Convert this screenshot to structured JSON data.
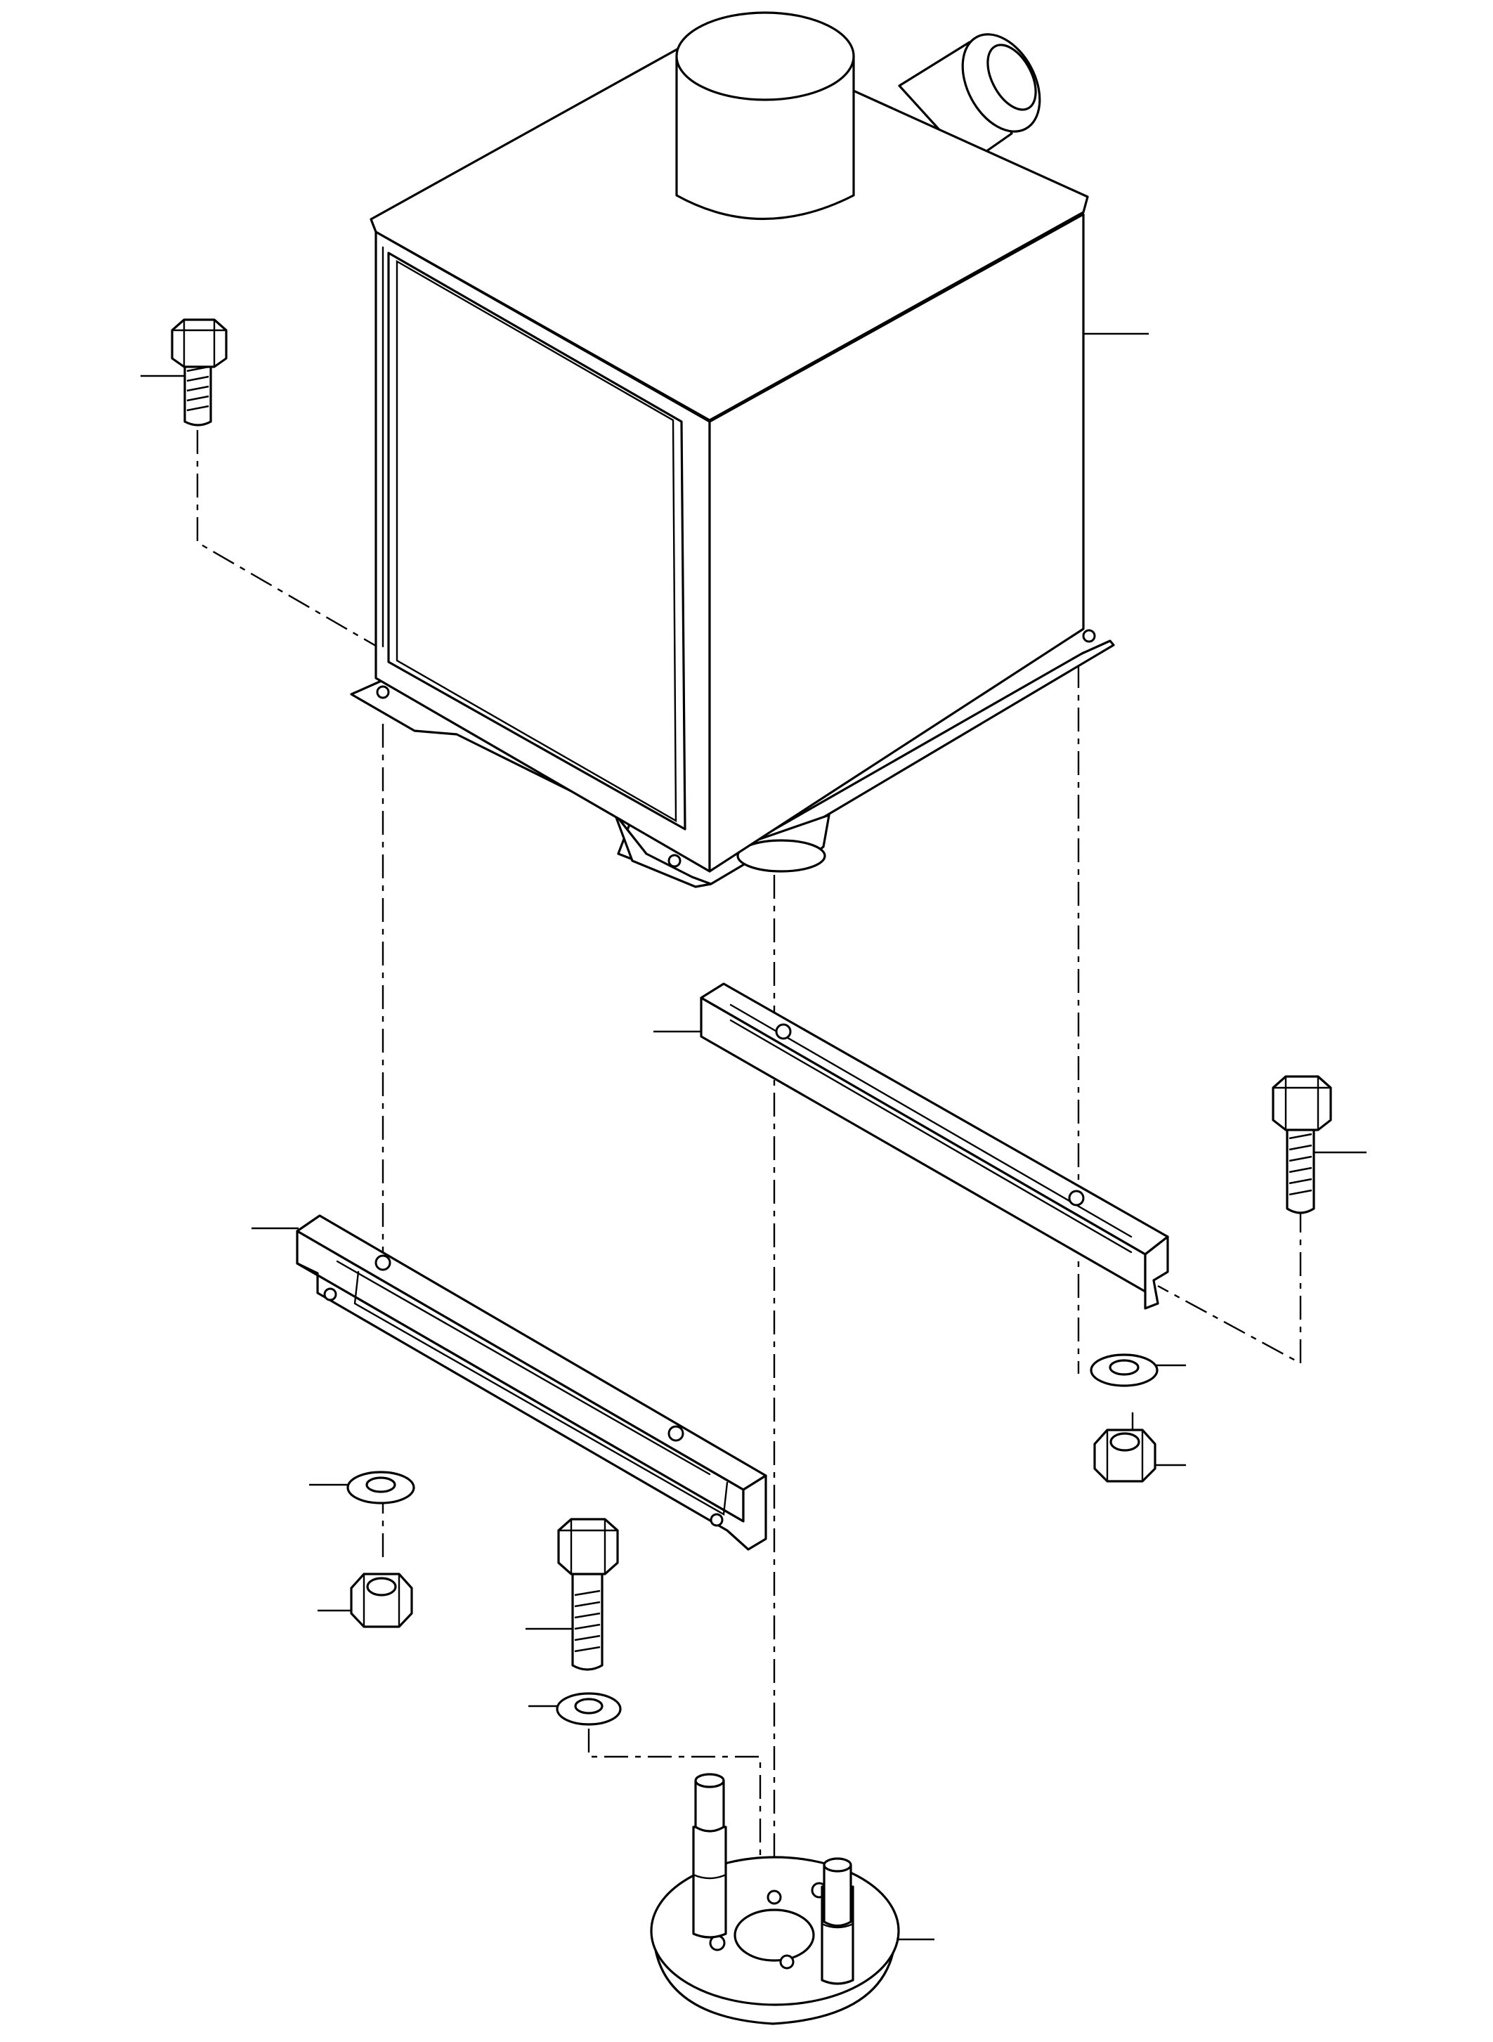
{
  "drawing": {
    "line_color": "#000000",
    "background_color": "#ffffff",
    "parts": [
      {
        "part": "silencer-box",
        "icon": "muffler-icon"
      },
      {
        "part": "hex-bolt-upper-left",
        "icon": "bolt-icon"
      },
      {
        "part": "mounting-channel-rear",
        "icon": "channel-bracket-icon"
      },
      {
        "part": "mounting-channel-front",
        "icon": "channel-bracket-icon"
      },
      {
        "part": "hex-bolt-right",
        "icon": "bolt-icon"
      },
      {
        "part": "flat-washer-right",
        "icon": "washer-icon"
      },
      {
        "part": "hex-nut-right",
        "icon": "nut-icon"
      },
      {
        "part": "flat-washer-left",
        "icon": "washer-icon"
      },
      {
        "part": "hex-nut-left",
        "icon": "nut-icon"
      },
      {
        "part": "hex-bolt-lower",
        "icon": "bolt-icon"
      },
      {
        "part": "flat-washer-lower",
        "icon": "washer-icon"
      },
      {
        "part": "rubber-mount",
        "icon": "rubber-mount-icon"
      }
    ]
  }
}
